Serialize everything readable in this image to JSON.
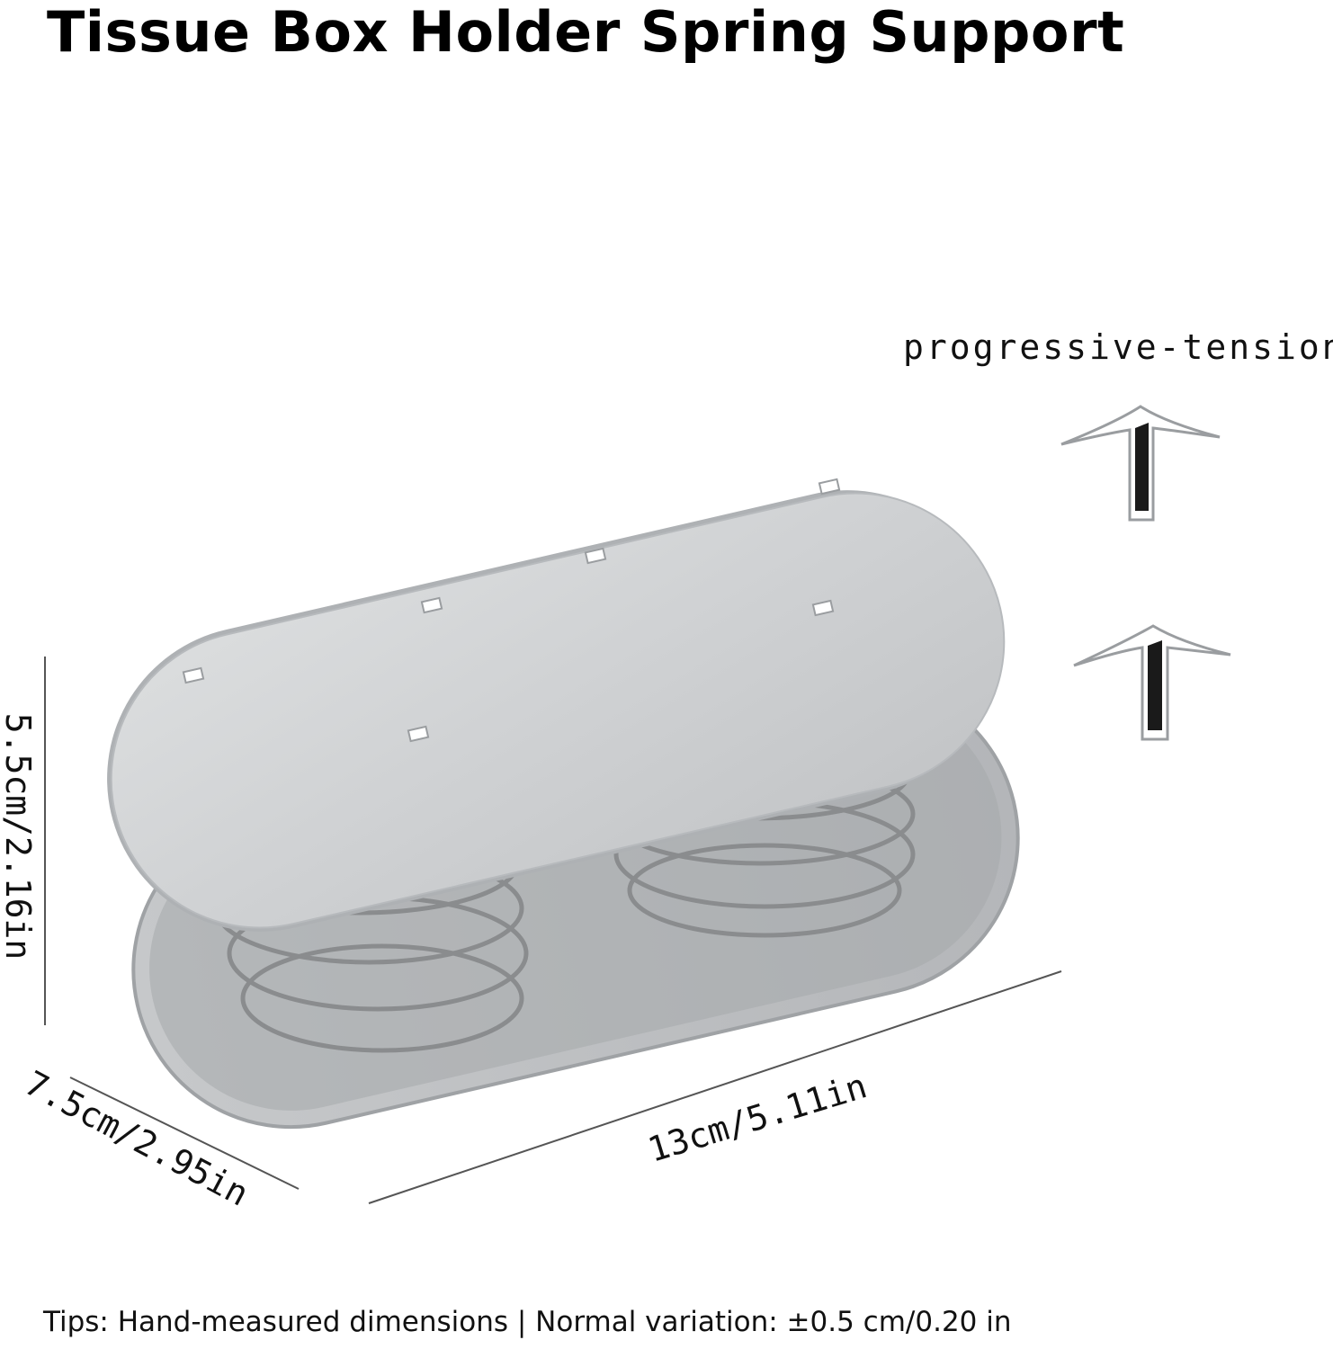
{
  "title": "Tissue Box Holder Spring Support",
  "tension_label": "progressive-tension",
  "dimensions": {
    "height": "5.5cm/2.16in",
    "width": "7.5cm/2.95in",
    "length": "13cm/5.11in"
  },
  "tips": "Tips: Hand-measured dimensions | Normal variation: ±0.5 cm/0.20 in",
  "colors": {
    "plate": "#c9cbcd",
    "plate_edge": "#a9acaf",
    "spring": "#8a8c8e",
    "arrow": "#1a1a1a"
  },
  "icons": [
    "up-arrow-icon",
    "up-arrow-icon"
  ]
}
